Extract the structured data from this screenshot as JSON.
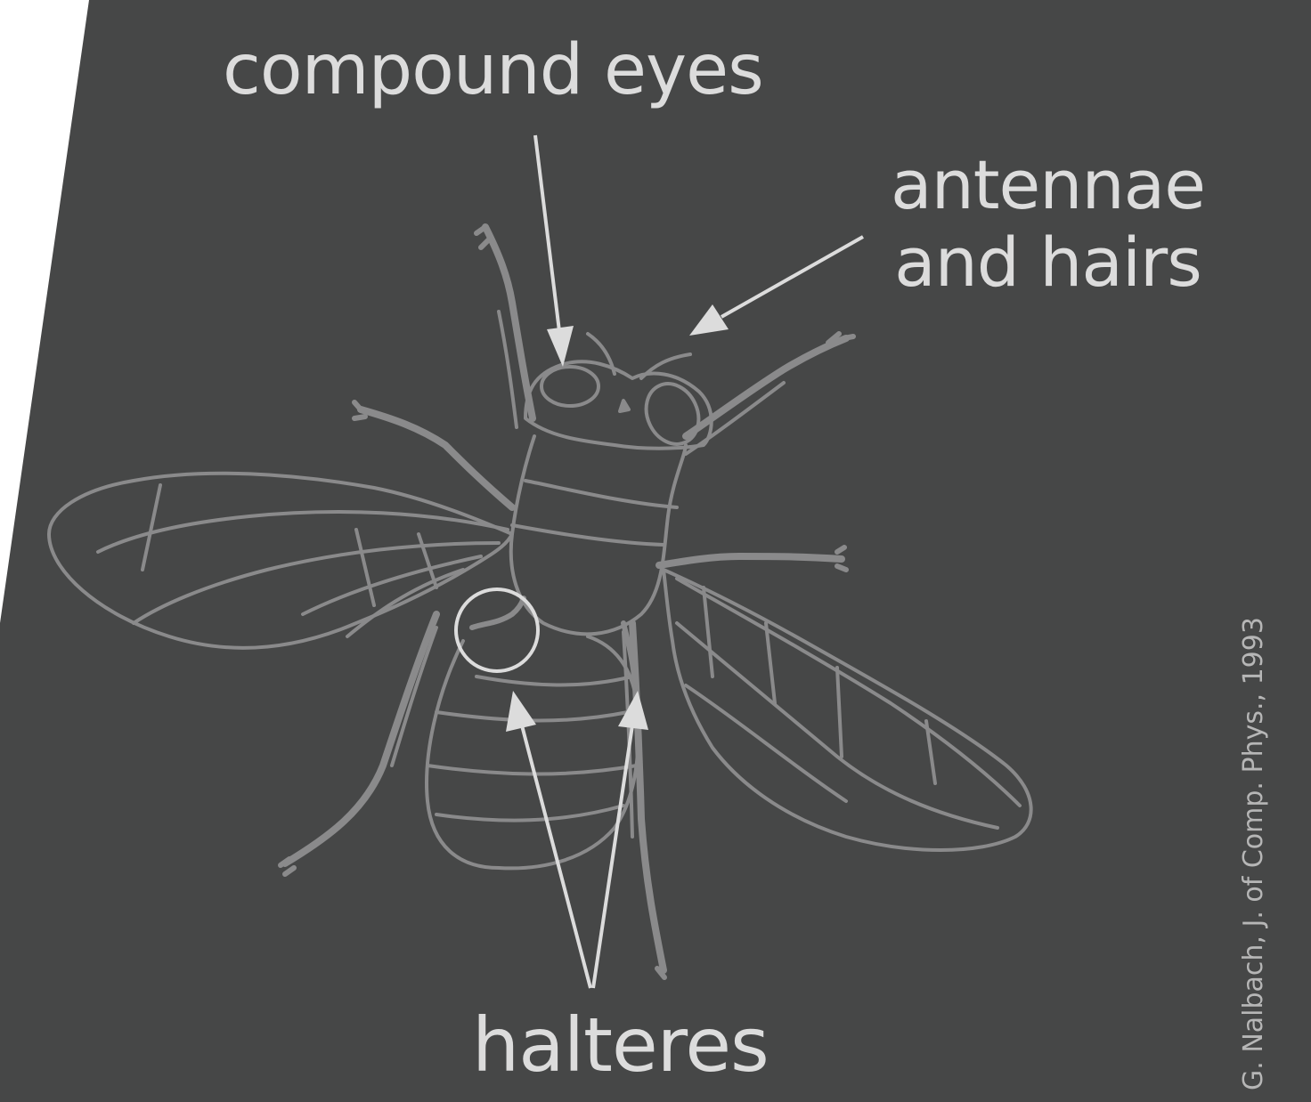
{
  "labels": {
    "compound_eyes": "compound eyes",
    "antennae_line1": "antennae",
    "antennae_line2": "and hairs",
    "halteres": "halteres"
  },
  "credit": "G. Nalbach, J. of Comp. Phys., 1993",
  "colors": {
    "panel": "#464747",
    "outline": "#8a8a8b",
    "arrow": "#dcdcdc",
    "text": "#dcdcdc"
  }
}
